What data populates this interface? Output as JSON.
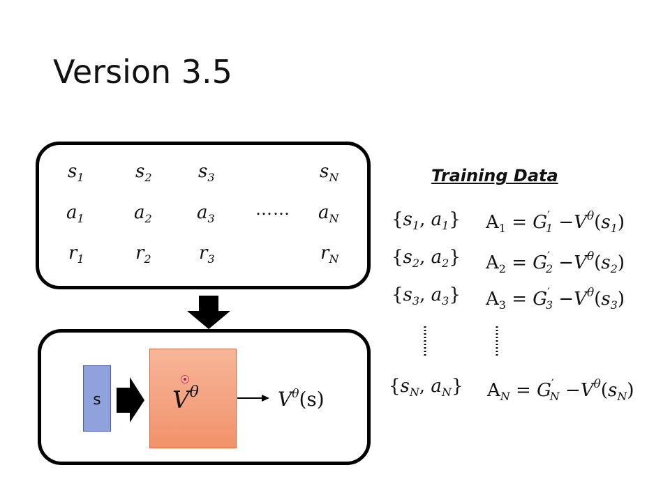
{
  "slide": {
    "title": "Version 3.5"
  },
  "trajectory": {
    "states": [
      {
        "base": "s",
        "sub": "1"
      },
      {
        "base": "s",
        "sub": "2"
      },
      {
        "base": "s",
        "sub": "3"
      },
      {
        "base": "s",
        "sub": "N"
      }
    ],
    "actions": [
      {
        "base": "a",
        "sub": "1"
      },
      {
        "base": "a",
        "sub": "2"
      },
      {
        "base": "a",
        "sub": "3"
      },
      {
        "base": "a",
        "sub": "N"
      }
    ],
    "rewards": [
      {
        "base": "r",
        "sub": "1"
      },
      {
        "base": "r",
        "sub": "2"
      },
      {
        "base": "r",
        "sub": "3"
      },
      {
        "base": "r",
        "sub": "N"
      }
    ],
    "ellipsis": "……"
  },
  "network": {
    "input_label": "s",
    "name_base": "V",
    "name_sup": "θ",
    "output_base": "V",
    "output_sup": "θ",
    "output_arg": "(s)"
  },
  "training": {
    "title": "Training Data",
    "rows": [
      {
        "pair": [
          "s",
          "1",
          "a",
          "1"
        ],
        "adv": "A",
        "idx": "1",
        "g": "G",
        "prime": "′",
        "gsub": "1",
        "v": "V",
        "vsup": "θ",
        "arg": "s",
        "argsub": "1"
      },
      {
        "pair": [
          "s",
          "2",
          "a",
          "2"
        ],
        "adv": "A",
        "idx": "2",
        "g": "G",
        "prime": "′",
        "gsub": "2",
        "v": "V",
        "vsup": "θ",
        "arg": "s",
        "argsub": "2"
      },
      {
        "pair": [
          "s",
          "3",
          "a",
          "3"
        ],
        "adv": "A",
        "idx": "3",
        "g": "G",
        "prime": "′",
        "gsub": "3",
        "v": "V",
        "vsup": "θ",
        "arg": "s",
        "argsub": "3"
      },
      {
        "pair": [
          "s",
          "N",
          "a",
          "N"
        ],
        "adv": "A",
        "idx": "N",
        "g": "G",
        "prime": "′",
        "gsub": "N",
        "v": "V",
        "vsup": "θ",
        "arg": "s",
        "argsub": "N"
      }
    ]
  },
  "colors": {
    "input_fill": "#8fa2dc",
    "network_fill": "#f4a27e",
    "stroke": "#000000"
  }
}
